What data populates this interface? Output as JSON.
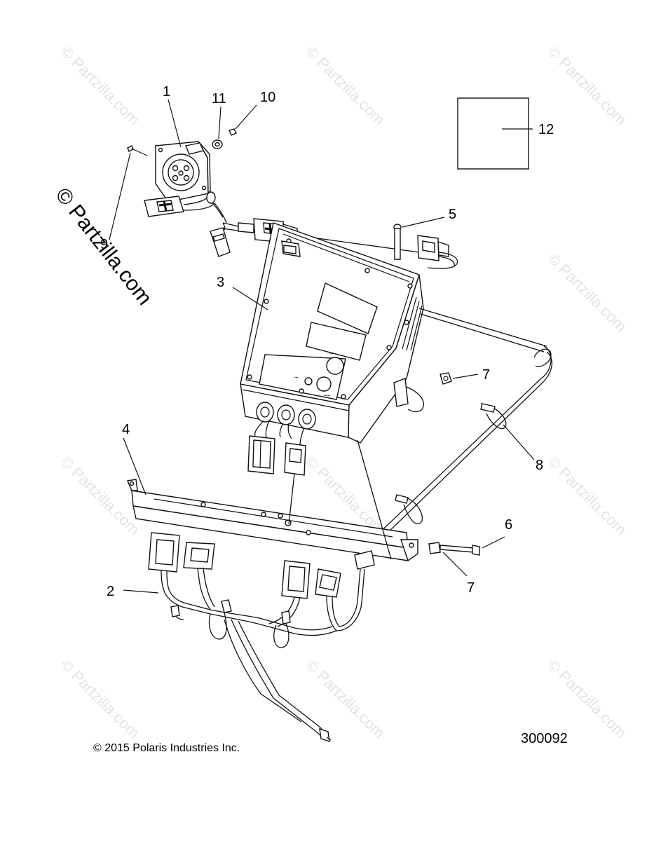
{
  "watermark": {
    "side_text": "© Partzilla.com",
    "tile_text": "© Partzilla.com"
  },
  "callouts": {
    "c1": "1",
    "c2": "2",
    "c3": "3",
    "c4": "4",
    "c5": "5",
    "c6": "6",
    "c7a": "7",
    "c7b": "7",
    "c8": "8",
    "c9": "9",
    "c10": "10",
    "c11": "11",
    "c12": "12"
  },
  "footer": {
    "copyright": "© 2015 Polaris Industries Inc.",
    "diagram_number": "300092"
  }
}
